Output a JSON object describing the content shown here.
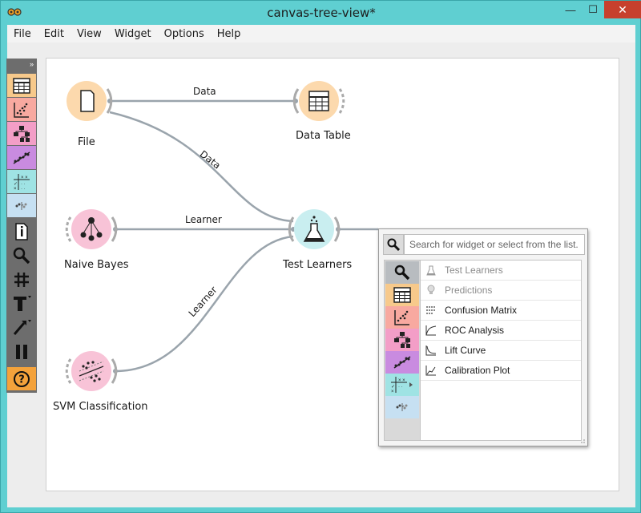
{
  "window": {
    "title": "canvas-tree-view*"
  },
  "window_controls": {
    "minimize": "—",
    "maximize": "☐",
    "close": "✕"
  },
  "menubar": {
    "items": [
      "File",
      "Edit",
      "View",
      "Widget",
      "Options",
      "Help"
    ]
  },
  "toolbox": {
    "expand_glyph": "»",
    "items": [
      {
        "name": "data-category",
        "color": "#f7c98b"
      },
      {
        "name": "visualize-category",
        "color": "#f8a9a0"
      },
      {
        "name": "classify-category",
        "color": "#f39ec7"
      },
      {
        "name": "regression-category",
        "color": "#c98be0"
      },
      {
        "name": "evaluate-category",
        "color": "#9fe3e4"
      },
      {
        "name": "unsupervised-category",
        "color": "#c6e0f2"
      },
      {
        "name": "info-tool",
        "color": "#6d6d6d"
      },
      {
        "name": "zoom-tool",
        "color": "#6d6d6d"
      },
      {
        "name": "grid-tool",
        "color": "#6d6d6d"
      },
      {
        "name": "text-tool",
        "color": "#6d6d6d"
      },
      {
        "name": "pen-tool",
        "color": "#6d6d6d"
      },
      {
        "name": "pause-tool",
        "color": "#6d6d6d"
      },
      {
        "name": "help-tool",
        "color": "#f4a23b"
      }
    ]
  },
  "nodes": {
    "file": {
      "label": "File",
      "color": "#fcd9ad"
    },
    "data_table": {
      "label": "Data Table",
      "color": "#fcd9ad"
    },
    "naive_bayes": {
      "label": "Naive Bayes",
      "color": "#f8c3d7"
    },
    "test_learners": {
      "label": "Test Learners",
      "color": "#c9eef0"
    },
    "svm": {
      "label": "SVM Classification",
      "color": "#f8c3d7"
    }
  },
  "links": {
    "file_to_table": "Data",
    "file_to_test": "Data",
    "bayes_to_test": "Learner",
    "svm_to_test": "Learner"
  },
  "popup": {
    "search_placeholder": "Search for widget or select from the list.",
    "categories": [
      "search",
      "data",
      "visualize",
      "classify",
      "regression",
      "evaluate",
      "unsupervised"
    ],
    "items": [
      {
        "label": "Test Learners",
        "enabled": false,
        "icon": "flask-icon"
      },
      {
        "label": "Predictions",
        "enabled": false,
        "icon": "bulb-icon"
      },
      {
        "label": "Confusion Matrix",
        "enabled": true,
        "icon": "matrix-icon"
      },
      {
        "label": "ROC Analysis",
        "enabled": true,
        "icon": "roc-icon"
      },
      {
        "label": "Lift Curve",
        "enabled": true,
        "icon": "lift-icon"
      },
      {
        "label": "Calibration Plot",
        "enabled": true,
        "icon": "calibration-icon"
      }
    ]
  }
}
